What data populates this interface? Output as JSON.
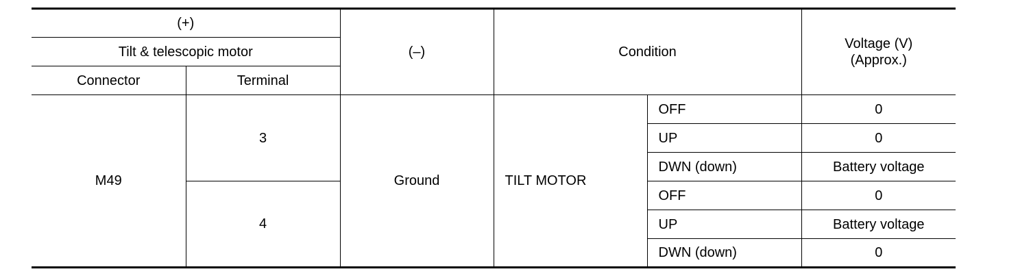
{
  "header": {
    "plus_label": "(+)",
    "component_label": "Tilt & telescopic motor",
    "connector_label": "Connector",
    "terminal_label": "Terminal",
    "minus_label": "(–)",
    "condition_label": "Condition",
    "voltage_label_line1": "Voltage (V)",
    "voltage_label_line2": "(Approx.)"
  },
  "body": {
    "connector": "M49",
    "ground": "Ground",
    "condition_name": "TILT MOTOR",
    "terminals": [
      {
        "terminal": "3",
        "rows": [
          {
            "state": "OFF",
            "voltage": "0"
          },
          {
            "state": "UP",
            "voltage": "0"
          },
          {
            "state": "DWN (down)",
            "voltage": "Battery voltage"
          }
        ]
      },
      {
        "terminal": "4",
        "rows": [
          {
            "state": "OFF",
            "voltage": "0"
          },
          {
            "state": "UP",
            "voltage": "Battery voltage"
          },
          {
            "state": "DWN (down)",
            "voltage": "0"
          }
        ]
      }
    ]
  }
}
